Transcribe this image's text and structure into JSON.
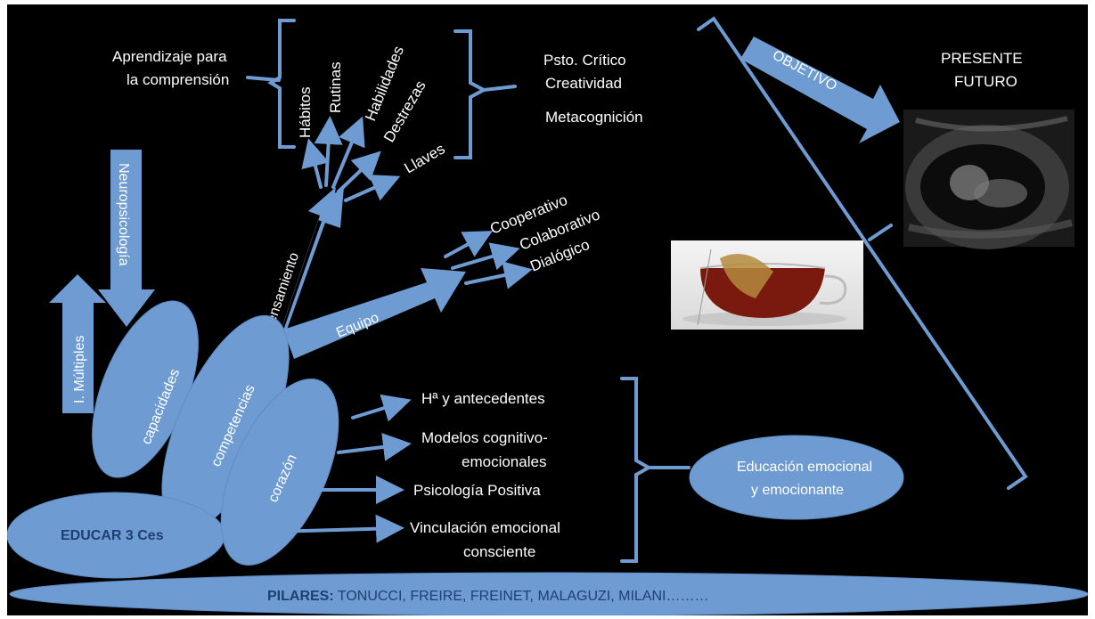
{
  "labels": {
    "aprendizaje_line1": "Aprendizaje para",
    "aprendizaje_line2": "la comprensión",
    "habitos": "Hábitos",
    "rutinas": "Rutinas",
    "habilidades": "Habilidades",
    "destrezas": "Destrezas",
    "llaves": "Llaves",
    "psto_critico": "Psto. Crítico",
    "creatividad": "Creatividad",
    "metacognicion": "Metacognición",
    "objetivo": "OBJETIVO",
    "presente": "PRESENTE",
    "futuro": "FUTURO",
    "neuropsicologia": "Neuropsicología",
    "multiples": "I. Múltiples",
    "capacidades": "capacidades",
    "pensamiento": "Pensamiento",
    "equipo": "Equipo",
    "cooperativo": "Cooperativo",
    "colaborativo": "Colaborativo",
    "dialogico": "Dialógico",
    "competencias": "competencias",
    "corazon": "corazón",
    "educar": "EDUCAR 3 Ces",
    "ha_antecedentes": "Hª y antecedentes",
    "modelos_line1": "Modelos cognitivo-",
    "modelos_line2": "emocionales",
    "psicologia_positiva": "Psicología Positiva",
    "vinculacion_line1": "Vinculación emocional",
    "vinculacion_line2": "consciente",
    "educacion_line1": "Educación emocional",
    "educacion_line2": "y emocionante",
    "pilares_label": "PILARES:",
    "pilares_names": " TONUCCI, FREIRE, FREINET, MALAGUZI, MILANI………"
  },
  "colors": {
    "background": "#000000",
    "shape_blue": "#6d9bd2",
    "dark_text": "#1f3f73"
  },
  "images": [
    "ultrasound-photo",
    "tea-cup-photo"
  ]
}
